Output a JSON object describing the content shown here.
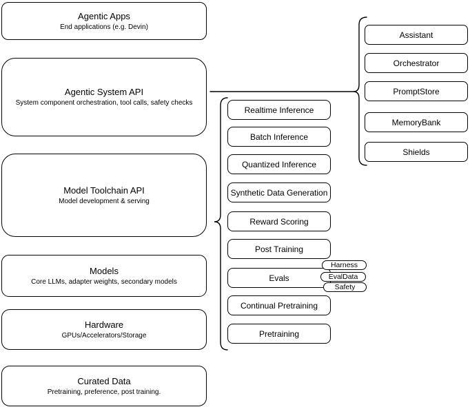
{
  "colors": {
    "stroke": "#000000",
    "fill": "#ffffff",
    "text": "#000000"
  },
  "stack": [
    {
      "title": "Agentic Apps",
      "subtitle": "End applications (e.g. Devin)"
    },
    {
      "title": "Agentic System API",
      "subtitle": "System component orchestration, tool calls, safety checks"
    },
    {
      "title": "Model Toolchain API",
      "subtitle": "Model development & serving"
    },
    {
      "title": "Models",
      "subtitle": "Core LLMs, adapter weights, secondary models"
    },
    {
      "title": "Hardware",
      "subtitle": "GPUs/Accelerators/Storage"
    },
    {
      "title": "Curated Data",
      "subtitle": "Pretraining, preference, post training."
    }
  ],
  "toolchain": {
    "items": [
      "Realtime Inference",
      "Batch Inference",
      "Quantized Inference",
      "Synthetic Data Generation",
      "Reward Scoring",
      "Post Training",
      "Evals",
      "Continual Pretraining",
      "Pretraining"
    ]
  },
  "eval_tags": [
    "Harness",
    "EvalData",
    "Safety"
  ],
  "system_components": [
    "Assistant",
    "Orchestrator",
    "PromptStore",
    "MemoryBank",
    "Shields"
  ]
}
